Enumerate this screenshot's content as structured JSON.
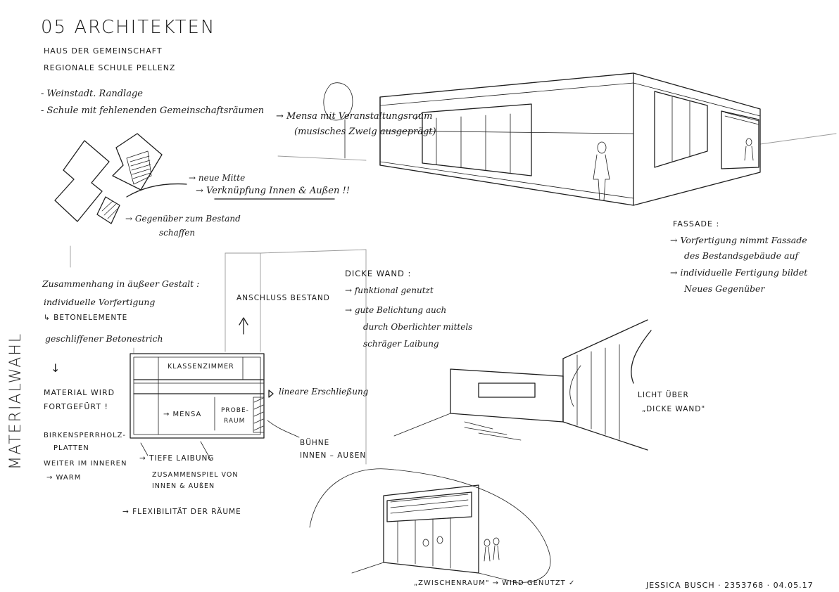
{
  "header": {
    "title": "05 ARCHITEKTEN",
    "subtitle_1": "HAUS DER GEMEINSCHAFT",
    "subtitle_2": "REGIONALE SCHULE PELLENZ"
  },
  "notes_top": {
    "item_1": "- Weinstadt. Randlage",
    "item_2": "- Schule mit fehlenenden Gemeinschaftsräumen",
    "arrow_1": "→ Mensa mit Veranstaltungsraum",
    "arrow_1b": "(musisches Zweig ausgeprägt)"
  },
  "siteplan_notes": {
    "line_1": "→ neue Mitte",
    "line_2": "→ Verknüpfung Innen & Außen !!",
    "line_3": "→ Gegenüber zum Bestand",
    "line_4": "schaffen"
  },
  "facade": {
    "heading": "FASSADE :",
    "line_1": "→ Vorfertigung nimmt Fassade",
    "line_2": "des Bestandsgebäude auf",
    "line_3": "→ individuelle Fertigung bildet",
    "line_4": "Neues Gegenüber"
  },
  "material": {
    "vertical_label": "MATERIALWAHL",
    "line_1": "Zusammenhang in äußeer Gestalt :",
    "line_2": "individuelle Vorfertigung",
    "line_3": "↳ BETONELEMENTE",
    "line_4": "geschliffener Betonestrich",
    "arrow": "↓",
    "line_5": "MATERIAL WIRD",
    "line_6": "FORTGEFÜRT !",
    "line_7": "BIRKENSPERRHOLZ-",
    "line_8": "PLATTEN",
    "line_9": "WEITER IM INNEREN",
    "line_10": "→ WARM"
  },
  "plan": {
    "anschluss": "ANSCHLUSS BESTAND",
    "klassenzimmer": "KLASSENZIMMER",
    "mensa": "→ MENSA",
    "probe": "PROBE-",
    "raum": "RAUM",
    "erschliessung": "lineare Erschließung",
    "buehne_1": "BÜHNE",
    "buehne_2": "INNEN – AUßEN",
    "tiefe": "→ TIEFE LAIBUNG",
    "zusammen_1": "ZUSAMMENSPIEL VON",
    "zusammen_2": "INNEN & AUßEN",
    "flex": "→ FLEXIBILITÄT DER RÄUME"
  },
  "dicke_wand": {
    "heading": "DICKE WAND :",
    "line_1": "→ funktional genutzt",
    "line_2": "→ gute Belichtung auch",
    "line_3": "durch Oberlichter mittels",
    "line_4": "schräger Laibung"
  },
  "licht": {
    "line_1": "LICHT ÜBER",
    "line_2": "„DICKE WAND\""
  },
  "footer": {
    "zwischenraum": "„ZWISCHENRAUM\" → WIRD GENUTZT ✓",
    "author": "JESSICA BUSCH · 2353768 · 04.05.17"
  }
}
